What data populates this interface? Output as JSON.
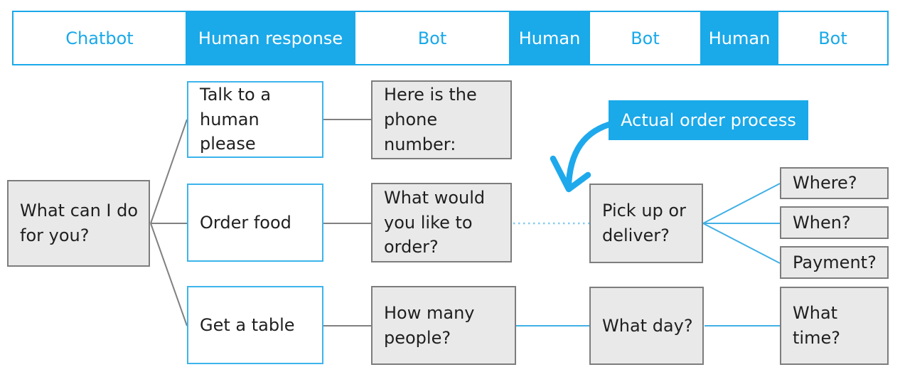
{
  "header": {
    "segments": [
      {
        "label": "Chatbot",
        "variant": "light"
      },
      {
        "label": "Human response",
        "variant": "filled"
      },
      {
        "label": "Bot",
        "variant": "light"
      },
      {
        "label": "Human",
        "variant": "filled"
      },
      {
        "label": "Bot",
        "variant": "light"
      },
      {
        "label": "Human",
        "variant": "filled"
      },
      {
        "label": "Bot",
        "variant": "light"
      }
    ]
  },
  "annotation": {
    "label": "Actual order process"
  },
  "boxes": {
    "root": "What can I do\nfor you?",
    "talk": "Talk to a\nhuman please",
    "order": "Order food",
    "table": "Get a table",
    "phone": "Here is the\nphone\nnumber:",
    "order_q": "What would\nyou like to\norder?",
    "people": "How many\npeople?",
    "pickup": "Pick up or\ndeliver?",
    "day": "What day?",
    "where": "Where?",
    "when": "When?",
    "payment": "Payment?",
    "time": "What\ntime?"
  },
  "edges": [
    {
      "from": "root",
      "to": "talk",
      "style": "solid-grey"
    },
    {
      "from": "root",
      "to": "order",
      "style": "solid-grey"
    },
    {
      "from": "root",
      "to": "table",
      "style": "solid-grey"
    },
    {
      "from": "talk",
      "to": "phone",
      "style": "solid-grey"
    },
    {
      "from": "order",
      "to": "order_q",
      "style": "solid-grey"
    },
    {
      "from": "table",
      "to": "people",
      "style": "solid-grey"
    },
    {
      "from": "order_q",
      "to": "pickup",
      "style": "dotted-blue"
    },
    {
      "from": "pickup",
      "to": "where",
      "style": "solid-blue"
    },
    {
      "from": "pickup",
      "to": "when",
      "style": "solid-blue"
    },
    {
      "from": "pickup",
      "to": "payment",
      "style": "solid-blue"
    },
    {
      "from": "people",
      "to": "day",
      "style": "solid-blue"
    },
    {
      "from": "day",
      "to": "time",
      "style": "solid-blue"
    },
    {
      "from": "annotation",
      "to": "order_q-pickup-link",
      "style": "curved-arrow-blue"
    }
  ],
  "colors": {
    "accent_blue": "#1aa9e9",
    "white_box_border_blue": "#3db4ec",
    "connector_blue": "#41b0e6",
    "dotted_blue": "#85cdf0",
    "connector_grey": "#808080",
    "box_fill_grey": "#e9e9e9",
    "box_border_grey": "#7d7d7d",
    "text": "#1f1f1f"
  }
}
